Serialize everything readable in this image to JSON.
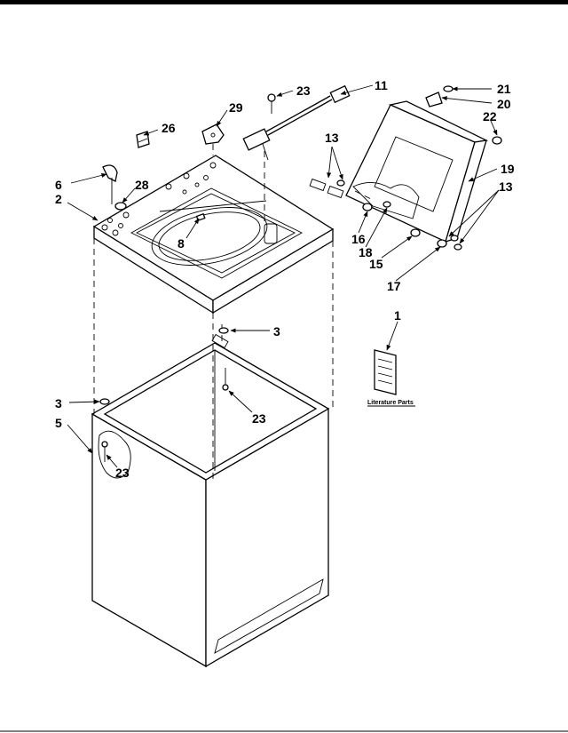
{
  "callouts": {
    "c1": "1",
    "c2": "2",
    "c3a": "3",
    "c3b": "3",
    "c5": "5",
    "c6": "6",
    "c8": "8",
    "c11": "11",
    "c13a": "13",
    "c13b": "13",
    "c15": "15",
    "c16": "16",
    "c17": "17",
    "c18": "18",
    "c19": "19",
    "c20": "20",
    "c21": "21",
    "c22": "22",
    "c23a": "23",
    "c23b": "23",
    "c23c": "23",
    "c26": "26",
    "c28": "28",
    "c29": "29"
  },
  "literature_label": "Literature Parts"
}
